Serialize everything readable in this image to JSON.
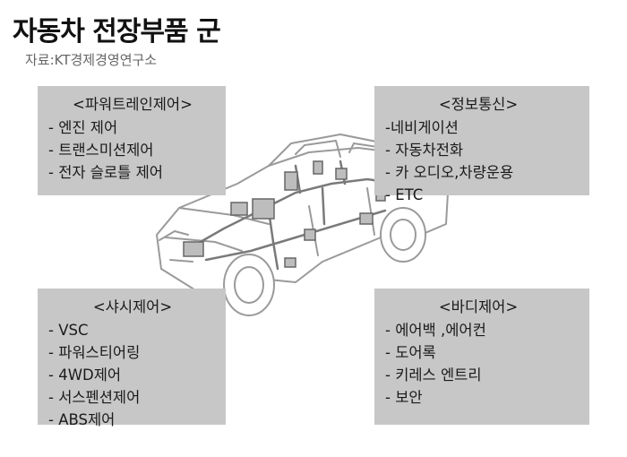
{
  "title": "자동차 전장부품 군",
  "source": "자료:KT경제경영연구소",
  "boxes": {
    "powertrain": {
      "heading": "<파워트레인제어>",
      "items": [
        "- 엔진 제어",
        "- 트랜스미션제어",
        "- 전자 슬로틀 제어"
      ]
    },
    "info": {
      "heading": "<정보통신>",
      "items": [
        "-네비게이션",
        "- 자동차전화",
        "- 카 오디오,차량운용",
        "- ETC"
      ]
    },
    "chassis": {
      "heading": "<샤시제어>",
      "items": [
        "- VSC",
        "- 파워스티어링",
        "- 4WD제어",
        "- 서스펜션제어",
        "- ABS제어"
      ]
    },
    "body": {
      "heading": "<바디제어>",
      "items": [
        "- 에어백 ,에어컨",
        "- 도어록",
        "- 키레스 엔트리",
        "- 보안"
      ]
    }
  }
}
